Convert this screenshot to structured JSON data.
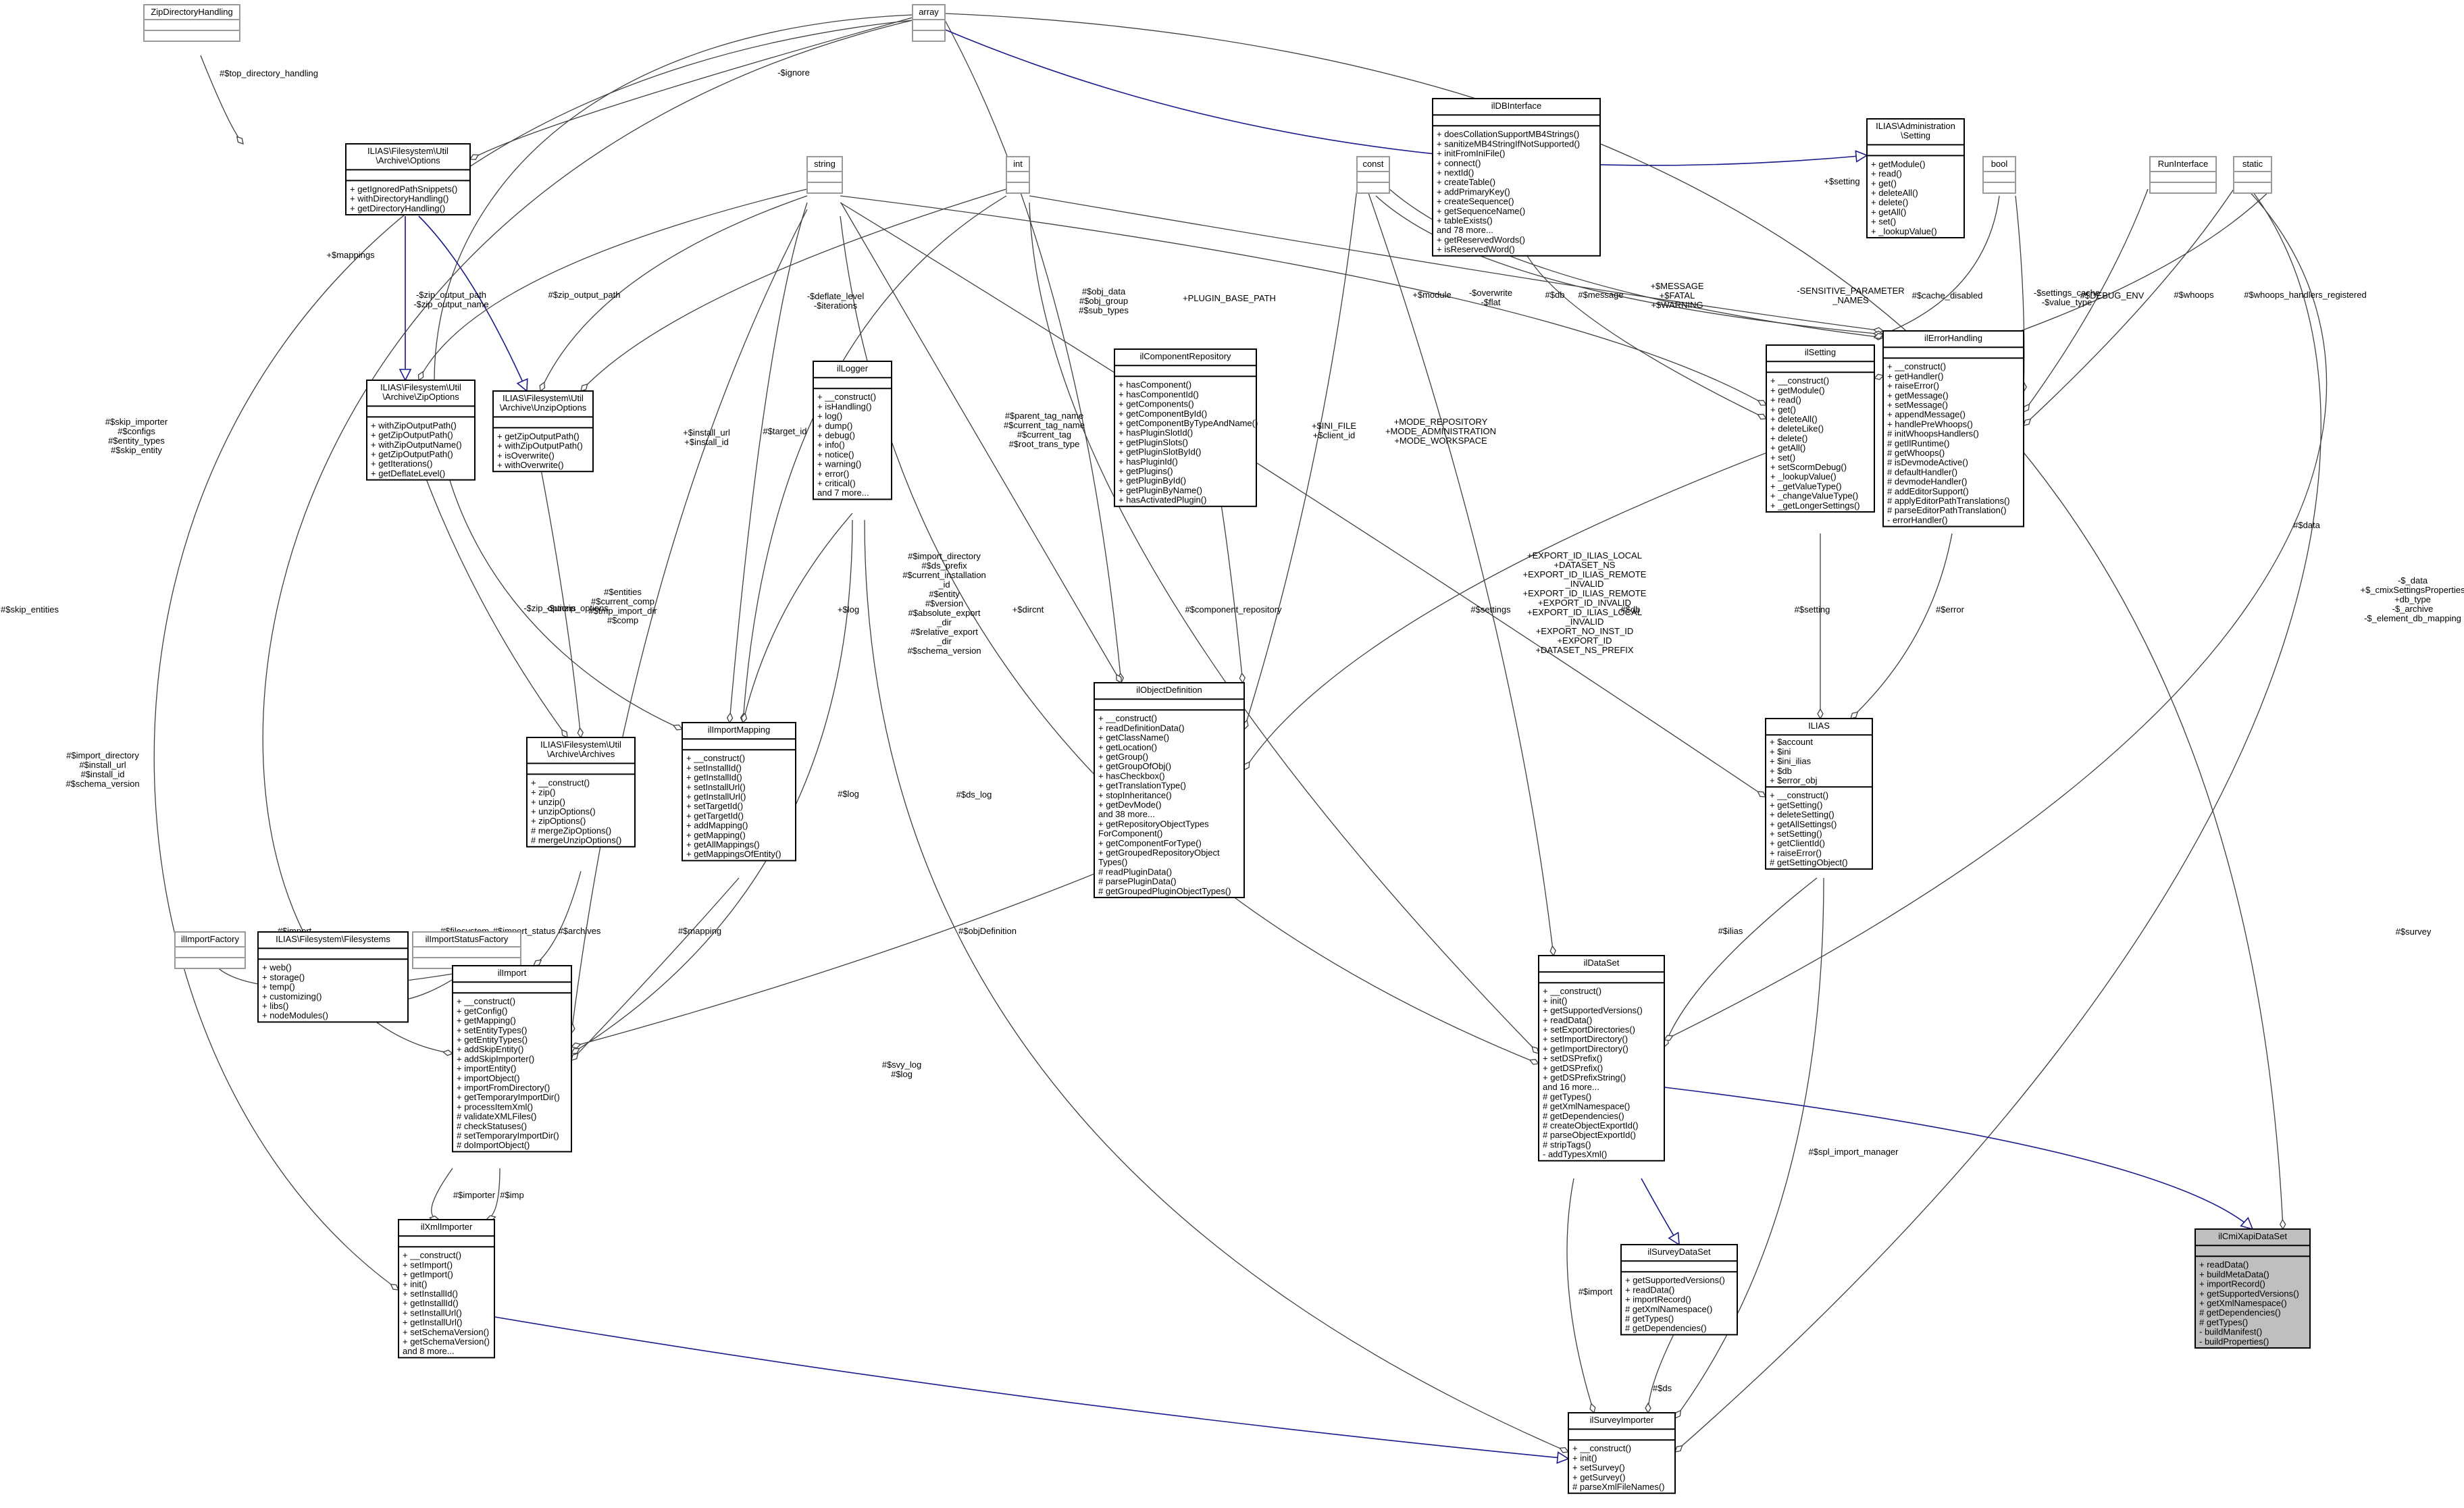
{
  "diagram": {
    "classes": [
      {
        "id": "ZipDirectoryHandling",
        "title": [
          "ZipDirectoryHandling"
        ],
        "ext": true,
        "attrs": [],
        "methods": []
      },
      {
        "id": "array",
        "title": [
          "array"
        ],
        "ext": true,
        "attrs": [],
        "methods": []
      },
      {
        "id": "Options",
        "title": [
          "ILIAS\\Filesystem\\Util",
          "\\Archive\\Options"
        ],
        "attrs": [],
        "methods": [
          "+ getIgnoredPathSnippets()",
          "+ withDirectoryHandling()",
          "+ getDirectoryHandling()"
        ]
      },
      {
        "id": "string",
        "title": [
          "string"
        ],
        "ext": true,
        "attrs": [],
        "methods": []
      },
      {
        "id": "int",
        "title": [
          "int"
        ],
        "ext": true,
        "attrs": [],
        "methods": []
      },
      {
        "id": "const",
        "title": [
          "const"
        ],
        "ext": true,
        "attrs": [],
        "methods": []
      },
      {
        "id": "ilDBInterface",
        "title": [
          "ilDBInterface"
        ],
        "attrs": [],
        "methods": [
          "+ doesCollationSupportMB4Strings()",
          "+ sanitizeMB4StringIfNotSupported()",
          "+ initFromIniFile()",
          "+ connect()",
          "+ nextId()",
          "+ createTable()",
          "+ addPrimaryKey()",
          "+ createSequence()",
          "+ getSequenceName()",
          "+ tableExists()",
          "and 78 more...",
          "+ getReservedWords()",
          "+ isReservedWord()"
        ]
      },
      {
        "id": "AdminSetting",
        "title": [
          "ILIAS\\Administration",
          "\\Setting"
        ],
        "attrs": [],
        "methods": [
          "+ getModule()",
          "+ read()",
          "+ get()",
          "+ deleteAll()",
          "+ delete()",
          "+ getAll()",
          "+ set()",
          "+ _lookupValue()"
        ]
      },
      {
        "id": "bool",
        "title": [
          "bool"
        ],
        "ext": true,
        "attrs": [],
        "methods": []
      },
      {
        "id": "RunInterface",
        "title": [
          "RunInterface"
        ],
        "ext": true,
        "attrs": [],
        "methods": []
      },
      {
        "id": "static",
        "title": [
          "static"
        ],
        "ext": true,
        "attrs": [],
        "methods": []
      },
      {
        "id": "ZipOptions",
        "title": [
          "ILIAS\\Filesystem\\Util",
          "\\Archive\\ZipOptions"
        ],
        "attrs": [],
        "methods": [
          "+ withZipOutputPath()",
          "+ getZipOutputPath()",
          "+ withZipOutputName()",
          "+ getZipOutputPath()",
          "+ getIterations()",
          "+ getDeflateLevel()"
        ]
      },
      {
        "id": "UnzipOptions",
        "title": [
          "ILIAS\\Filesystem\\Util",
          "\\Archive\\UnzipOptions"
        ],
        "attrs": [],
        "methods": [
          "+ getZipOutputPath()",
          "+ withZipOutputPath()",
          "+ isOverwrite()",
          "+ withOverwrite()"
        ]
      },
      {
        "id": "ilLogger",
        "title": [
          "ilLogger"
        ],
        "attrs": [],
        "methods": [
          "+ __construct()",
          "+ isHandling()",
          "+ log()",
          "+ dump()",
          "+ debug()",
          "+ info()",
          "+ notice()",
          "+ warning()",
          "+ error()",
          "+ critical()",
          "and 7 more..."
        ]
      },
      {
        "id": "ilComponentRepository",
        "title": [
          "ilComponentRepository"
        ],
        "attrs": [],
        "methods": [
          "+ hasComponent()",
          "+ hasComponentId()",
          "+ getComponents()",
          "+ getComponentById()",
          "+ getComponentByTypeAndName()",
          "+ hasPluginSlotId()",
          "+ getPluginSlots()",
          "+ getPluginSlotById()",
          "+ hasPluginId()",
          "+ getPlugins()",
          "+ getPluginById()",
          "+ getPluginByName()",
          "+ hasActivatedPlugin()"
        ]
      },
      {
        "id": "ilSetting",
        "title": [
          "ilSetting"
        ],
        "attrs": [],
        "methods": [
          "+ __construct()",
          "+ getModule()",
          "+ read()",
          "+ get()",
          "+ deleteAll()",
          "+ deleteLike()",
          "+ delete()",
          "+ getAll()",
          "+ set()",
          "+ setScormDebug()",
          "+ _lookupValue()",
          "+ _getValueType()",
          "+ _changeValueType()",
          "+ _getLongerSettings()"
        ]
      },
      {
        "id": "ilErrorHandling",
        "title": [
          "ilErrorHandling"
        ],
        "attrs": [],
        "methods": [
          "+ __construct()",
          "+ getHandler()",
          "+ raiseError()",
          "+ getMessage()",
          "+ setMessage()",
          "+ appendMessage()",
          "+ handlePreWhoops()",
          "# initWhoopsHandlers()",
          "# getIlRuntime()",
          "# getWhoops()",
          "# isDevmodeActive()",
          "# defaultHandler()",
          "# devmodeHandler()",
          "# addEditorSupport()",
          "# applyEditorPathTranslations()",
          "# parseEditorPathTranslation()",
          "- errorHandler()"
        ]
      },
      {
        "id": "Archives",
        "title": [
          "ILIAS\\Filesystem\\Util",
          "\\Archive\\Archives"
        ],
        "attrs": [],
        "methods": [
          "+ __construct()",
          "+ zip()",
          "+ unzip()",
          "+ unzipOptions()",
          "+ zipOptions()",
          "# mergeZipOptions()",
          "# mergeUnzipOptions()"
        ]
      },
      {
        "id": "ilImportMapping",
        "title": [
          "ilImportMapping"
        ],
        "attrs": [],
        "methods": [
          "+ __construct()",
          "+ setInstallId()",
          "+ getInstallId()",
          "+ setInstallUrl()",
          "+ getInstallUrl()",
          "+ setTargetId()",
          "+ getTargetId()",
          "+ addMapping()",
          "+ getMapping()",
          "+ getAllMappings()",
          "+ getMappingsOfEntity()"
        ]
      },
      {
        "id": "ilObjectDefinition",
        "title": [
          "ilObjectDefinition"
        ],
        "attrs": [],
        "methods": [
          "+ __construct()",
          "+ readDefinitionData()",
          "+ getClassName()",
          "+ getLocation()",
          "+ getGroup()",
          "+ getGroupOfObj()",
          "+ hasCheckbox()",
          "+ getTranslationType()",
          "+ stopInheritance()",
          "+ getDevMode()",
          "and 38 more...",
          "+ getRepositoryObjectTypes",
          "ForComponent()",
          "+ getComponentForType()",
          "+ getGroupedRepositoryObject",
          "Types()",
          "# readPluginData()",
          "# parsePluginData()",
          "# getGroupedPluginObjectTypes()"
        ]
      },
      {
        "id": "ILIAS",
        "title": [
          "ILIAS"
        ],
        "attrs": [
          "+ $account",
          "+ $ini",
          "+ $ini_ilias",
          "+ $db",
          "+ $error_obj"
        ],
        "methods": [
          "+ __construct()",
          "+ getSetting()",
          "+ deleteSetting()",
          "+ getAllSettings()",
          "+ setSetting()",
          "+ getClientId()",
          "+ raiseError()",
          "# getSettingObject()"
        ]
      },
      {
        "id": "ilImportFactory",
        "title": [
          "ilImportFactory"
        ],
        "ext": true,
        "attrs": [],
        "methods": []
      },
      {
        "id": "Filesystems",
        "title": [
          "ILIAS\\Filesystem\\Filesystems"
        ],
        "attrs": [],
        "methods": [
          "+ web()",
          "+ storage()",
          "+ temp()",
          "+ customizing()",
          "+ libs()",
          "+ nodeModules()"
        ]
      },
      {
        "id": "ilImportStatusFactory",
        "title": [
          "ilImportStatusFactory"
        ],
        "ext": true,
        "attrs": [],
        "methods": []
      },
      {
        "id": "ilImport",
        "title": [
          "ilImport"
        ],
        "attrs": [],
        "methods": [
          "+ __construct()",
          "+ getConfig()",
          "+ getMapping()",
          "+ setEntityTypes()",
          "+ getEntityTypes()",
          "+ addSkipEntity()",
          "+ addSkipImporter()",
          "+ importEntity()",
          "+ importObject()",
          "+ importFromDirectory()",
          "+ getTemporaryImportDir()",
          "+ processItemXml()",
          "# validateXMLFiles()",
          "# checkStatuses()",
          "# setTemporaryImportDir()",
          "# doImportObject()"
        ]
      },
      {
        "id": "ilDataSet",
        "title": [
          "ilDataSet"
        ],
        "attrs": [],
        "methods": [
          "+ __construct()",
          "+ init()",
          "+ getSupportedVersions()",
          "+ readData()",
          "+ setExportDirectories()",
          "+ setImportDirectory()",
          "+ getImportDirectory()",
          "+ setDSPrefix()",
          "+ getDSPrefix()",
          "+ getDSPrefixString()",
          "and 16 more...",
          "# getTypes()",
          "# getXmlNamespace()",
          "# getDependencies()",
          "# createObjectExportId()",
          "# parseObjectExportId()",
          "# stripTags()",
          "- addTypesXml()"
        ]
      },
      {
        "id": "ilXmlImporter",
        "title": [
          "ilXmlImporter"
        ],
        "attrs": [],
        "methods": [
          "+ __construct()",
          "+ setImport()",
          "+ getImport()",
          "+ init()",
          "+ setInstallId()",
          "+ getInstallId()",
          "+ setInstallUrl()",
          "+ getInstallUrl()",
          "+ setSchemaVersion()",
          "+ getSchemaVersion()",
          "and 8 more..."
        ]
      },
      {
        "id": "ilSurveyDataSet",
        "title": [
          "ilSurveyDataSet"
        ],
        "attrs": [],
        "methods": [
          "+ getSupportedVersions()",
          "+ readData()",
          "+ importRecord()",
          "# getXmlNamespace()",
          "# getTypes()",
          "# getDependencies()"
        ]
      },
      {
        "id": "ilCmiXapiDataSet",
        "title": [
          "ilCmiXapiDataSet"
        ],
        "focus": true,
        "attrs": [],
        "methods": [
          "+ readData()",
          "+ buildMetaData()",
          "+ importRecord()",
          "+ getSupportedVersions()",
          "+ getXmlNamespace()",
          "# getDependencies()",
          "# getTypes()",
          "- buildManifest()",
          "- buildProperties()"
        ]
      },
      {
        "id": "ilSurveyImporter",
        "title": [
          "ilSurveyImporter"
        ],
        "attrs": [],
        "methods": [
          "+ __construct()",
          "+ init()",
          "+ setSurvey()",
          "+ getSurvey()",
          "# parseXmlFileNames()"
        ]
      }
    ],
    "edge_labels": [
      {
        "id": "L1",
        "lines": [
          "#$top_directory_handling"
        ]
      },
      {
        "id": "L2",
        "lines": [
          "-$ignore"
        ]
      },
      {
        "id": "L3",
        "lines": [
          "+$mappings"
        ]
      },
      {
        "id": "L4",
        "lines": [
          "-$zip_output_path",
          "-$zip_output_name"
        ]
      },
      {
        "id": "L5",
        "lines": [
          "#$zip_output_path"
        ]
      },
      {
        "id": "L6",
        "lines": [
          "-$deflate_level",
          "-$iterations"
        ]
      },
      {
        "id": "L7",
        "lines": [
          "#$obj_data",
          "#$obj_group",
          "#$sub_types"
        ]
      },
      {
        "id": "L8",
        "lines": [
          "+PLUGIN_BASE_PATH"
        ]
      },
      {
        "id": "L9",
        "lines": [
          "+$module"
        ]
      },
      {
        "id": "L10",
        "lines": [
          "-$overwrite",
          "-$flat"
        ]
      },
      {
        "id": "L11",
        "lines": [
          "#$db"
        ]
      },
      {
        "id": "L12",
        "lines": [
          "#$message"
        ]
      },
      {
        "id": "L13",
        "lines": [
          "+$MESSAGE",
          "+$FATAL",
          "+$WARNING"
        ]
      },
      {
        "id": "L14",
        "lines": [
          "-SENSITIVE_PARAMETER",
          "_NAMES"
        ]
      },
      {
        "id": "L15",
        "lines": [
          "+$setting"
        ]
      },
      {
        "id": "L16",
        "lines": [
          "#$cache_disabled"
        ]
      },
      {
        "id": "L17",
        "lines": [
          "-$settings_cache",
          "-$value_type"
        ]
      },
      {
        "id": "L18",
        "lines": [
          "#$DEBUG_ENV"
        ]
      },
      {
        "id": "L19",
        "lines": [
          "#$whoops"
        ]
      },
      {
        "id": "L20",
        "lines": [
          "#$whoops_handlers_registered"
        ]
      },
      {
        "id": "L21",
        "lines": [
          "#$skip_importer",
          "#$configs",
          "#$entity_types",
          "#$skip_entity"
        ]
      },
      {
        "id": "L22",
        "lines": [
          "#$skip_entities"
        ]
      },
      {
        "id": "L23",
        "lines": [
          "+$install_url",
          "+$install_id"
        ]
      },
      {
        "id": "L24",
        "lines": [
          "#$target_id"
        ]
      },
      {
        "id": "L25",
        "lines": [
          "#$parent_tag_name",
          "#$current_tag_name",
          "#$current_tag",
          "#$root_trans_type"
        ]
      },
      {
        "id": "L26",
        "lines": [
          "+$INI_FILE",
          "+$client_id"
        ]
      },
      {
        "id": "L27",
        "lines": [
          "+MODE_REPOSITORY",
          "+MODE_ADMINISTRATION",
          "+MODE_WORKSPACE"
        ]
      },
      {
        "id": "L28",
        "lines": [
          "#$data"
        ]
      },
      {
        "id": "L29",
        "lines": [
          "-$zip_options"
        ]
      },
      {
        "id": "L30",
        "lines": [
          "-$unzip_options"
        ]
      },
      {
        "id": "L31",
        "lines": [
          "#$entities",
          "#$current_comp",
          "#$tmp_import_dir",
          "#$comp"
        ]
      },
      {
        "id": "L32",
        "lines": [
          "+$log"
        ]
      },
      {
        "id": "L33",
        "lines": [
          "#$import_directory",
          "#$ds_prefix",
          "#$current_installation",
          "_id",
          "#$entity",
          "#$version",
          "#$absolute_export",
          "_dir",
          "#$relative_export",
          "_dir",
          "#$schema_version"
        ]
      },
      {
        "id": "L34",
        "lines": [
          "+$dircnt"
        ]
      },
      {
        "id": "L35",
        "lines": [
          "#$component_repository"
        ]
      },
      {
        "id": "L36",
        "lines": [
          "+EXPORT_ID_ILIAS_LOCAL",
          "+DATASET_NS",
          "+EXPORT_ID_ILIAS_REMOTE",
          "_INVALID",
          "+EXPORT_ID_ILIAS_REMOTE",
          "+EXPORT_ID_INVALID",
          "+EXPORT_ID_ILIAS_LOCAL",
          "_INVALID",
          "+EXPORT_NO_INST_ID",
          "+EXPORT_ID",
          "+DATASET_NS_PREFIX"
        ]
      },
      {
        "id": "L37",
        "lines": [
          "#$db"
        ]
      },
      {
        "id": "L38",
        "lines": [
          "#$settings"
        ]
      },
      {
        "id": "L39",
        "lines": [
          "#$setting"
        ]
      },
      {
        "id": "L40",
        "lines": [
          "#$error"
        ]
      },
      {
        "id": "L41",
        "lines": [
          "-$_data",
          "+$_cmixSettingsProperties",
          "+db_type",
          "-$_archive",
          "-$_element_db_mapping"
        ]
      },
      {
        "id": "L42",
        "lines": [
          "#$import_directory",
          "#$install_url",
          "#$install_id",
          "#$schema_version"
        ]
      },
      {
        "id": "L43",
        "lines": [
          "#$log"
        ]
      },
      {
        "id": "L44",
        "lines": [
          "#$ds_log"
        ]
      },
      {
        "id": "L45",
        "lines": [
          "#$objDefinition"
        ]
      },
      {
        "id": "L46",
        "lines": [
          "#$ilias"
        ]
      },
      {
        "id": "L47",
        "lines": [
          "#$import"
        ]
      },
      {
        "id": "L48",
        "lines": [
          "#$filesystem"
        ]
      },
      {
        "id": "L49",
        "lines": [
          "#$import_status"
        ]
      },
      {
        "id": "L50",
        "lines": [
          "#$archives"
        ]
      },
      {
        "id": "L51",
        "lines": [
          "#$mapping"
        ]
      },
      {
        "id": "L52",
        "lines": [
          "#$survey"
        ]
      },
      {
        "id": "L53",
        "lines": [
          "#$svy_log",
          "#$log"
        ]
      },
      {
        "id": "L54",
        "lines": [
          "#$importer"
        ]
      },
      {
        "id": "L55",
        "lines": [
          "#$imp"
        ]
      },
      {
        "id": "L56",
        "lines": [
          "#$import"
        ]
      },
      {
        "id": "L57",
        "lines": [
          "#$ds"
        ]
      },
      {
        "id": "L58",
        "lines": [
          "#$spl_import_manager"
        ]
      }
    ]
  }
}
